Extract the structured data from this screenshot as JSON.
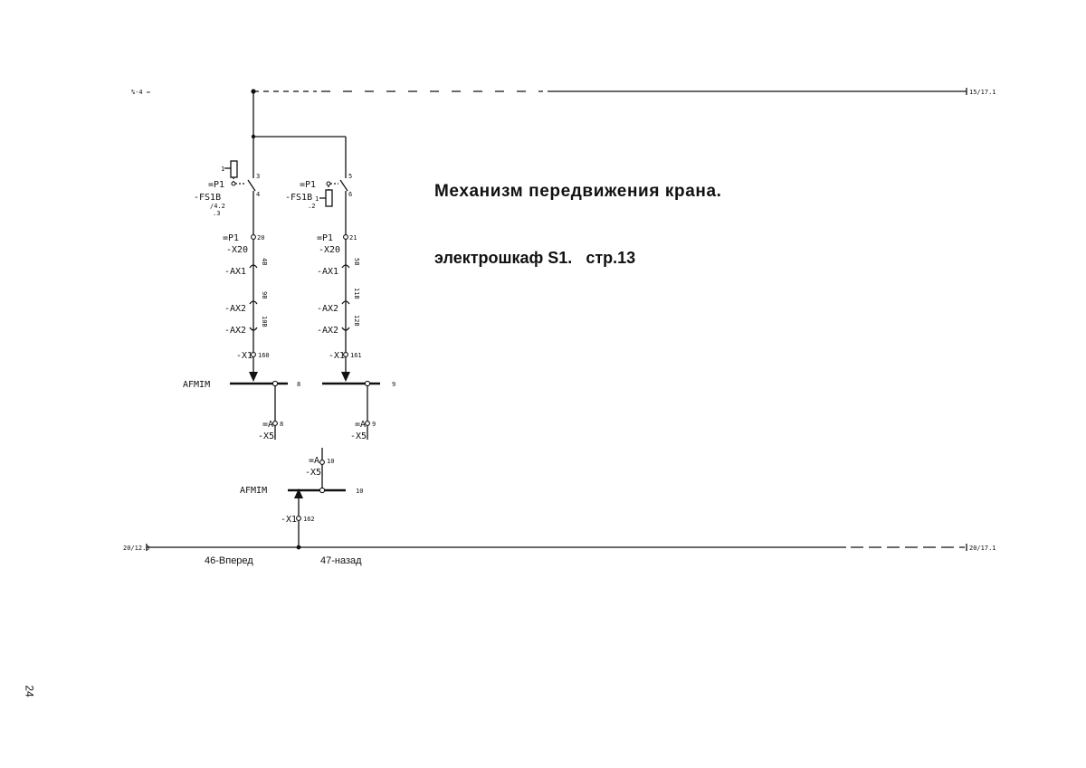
{
  "title": "Механизм передвижения крана.",
  "subtitle": {
    "cabinet": "электрошкаф S1.",
    "page_ref": "стр.13"
  },
  "page_number": "24",
  "rail_top": {
    "left_ref": "%-4 ⇔",
    "right_ref": "15/17.1"
  },
  "rail_bottom": {
    "left_ref": "20/12.0",
    "right_ref": "20/17.1"
  },
  "bottom_labels": {
    "forward": "46-Вперед",
    "back": "47-назад"
  },
  "branch_left": {
    "switch_top_num": "3",
    "switch_bot_num": "4",
    "switch_side_num": "1",
    "dev_p": "=P1",
    "dev_fs": "-FS1B",
    "dev_ref1": "/4.2",
    "dev_ref2": ".3",
    "t1_label": "=P1",
    "t1_num": "20",
    "x20": "-X20",
    "ax1": "-AX1",
    "ax1_num": "4B",
    "ax2a": "-AX2",
    "ax2a_num": "9B",
    "ax2b": "-AX2",
    "ax2b_num": "10B",
    "x1": "-X1",
    "x1_num": "160",
    "bus_label": "AFMIM",
    "bus_num": "8",
    "xa_label": "=A",
    "xa_num": "8",
    "x5": "-X5"
  },
  "branch_right": {
    "switch_top_num": "5",
    "switch_bot_num": "6",
    "switch_side_num": "1",
    "dev_p": "=P1",
    "dev_fs": "-FS1B",
    "dev_ref": ".2",
    "t1_label": "=P1",
    "t1_num": "21",
    "x20": "-X20",
    "ax1": "-AX1",
    "ax1_num": "5B",
    "ax2a": "-AX2",
    "ax2a_num": "11B",
    "ax2b": "-AX2",
    "ax2b_num": "12B",
    "x1": "-X1",
    "x1_num": "161",
    "bus_num": "9",
    "xa_label": "=A",
    "xa_num": "9",
    "x5": "-X5"
  },
  "branch_bottom": {
    "xa_label": "=A",
    "xa_num": "10",
    "x5": "-X5",
    "bus_label": "AFMIM",
    "bus_num": "10",
    "x1": "-X1",
    "x1_num": "162"
  }
}
